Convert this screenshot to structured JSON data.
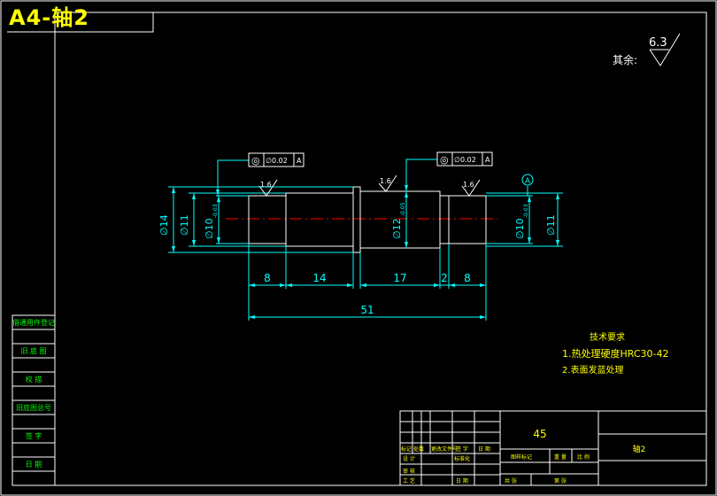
{
  "sheet_title": "A4-轴2",
  "roughness": {
    "other_label": "其余:",
    "value": "6.3",
    "local_value": "1.6"
  },
  "tolerance_frames": [
    {
      "symbol": "◎",
      "value": "∅0.02",
      "datum": "A"
    },
    {
      "symbol": "◎",
      "value": "∅0.02",
      "datum": "A"
    }
  ],
  "datum_label": "A",
  "dimensions": {
    "d14": "∅14",
    "d11_left": "∅11",
    "d10_left": "∅10",
    "d10_left_tol": "-0.03",
    "d12": "∅12",
    "d12_tol": "-0.05",
    "d10_right": "∅10",
    "d10_right_tol": "-0.03",
    "d11_right": "∅11",
    "len_8a": "8",
    "len_14": "14",
    "len_17": "17",
    "len_2": "2",
    "len_8b": "8",
    "len_51": "51"
  },
  "tech_req": {
    "title": "技术要求",
    "line1": "1.热处理硬度HRC30-42",
    "line2": "2.表面发蓝处理"
  },
  "side_panel": [
    "借通用件登记",
    "旧 底 图",
    "校 描",
    "旧底图总号",
    "签 字",
    "日 期"
  ],
  "title_block": {
    "material": "45",
    "part_name": "轴2",
    "col_headers": [
      "标记",
      "处数",
      "更改文件号",
      "签 字",
      "日 期"
    ],
    "row_labels": [
      "设 计",
      "标准化",
      "审 核",
      "工 艺",
      "日 期"
    ],
    "stage_headers": [
      "图样标记",
      "重 量",
      "比 例"
    ],
    "sheet_labels": [
      "共 张",
      "第 张"
    ]
  }
}
